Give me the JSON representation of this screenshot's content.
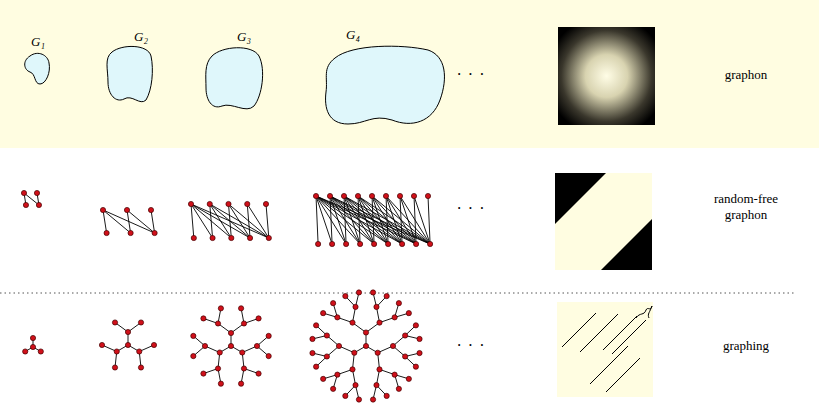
{
  "diagram": {
    "labels": [
      "G₁",
      "G₂",
      "G₃",
      "G₄",
      "· · ·",
      "graphon",
      "· · ·",
      "random-free graphon",
      "· · ·",
      "graphing"
    ]
  }
}
